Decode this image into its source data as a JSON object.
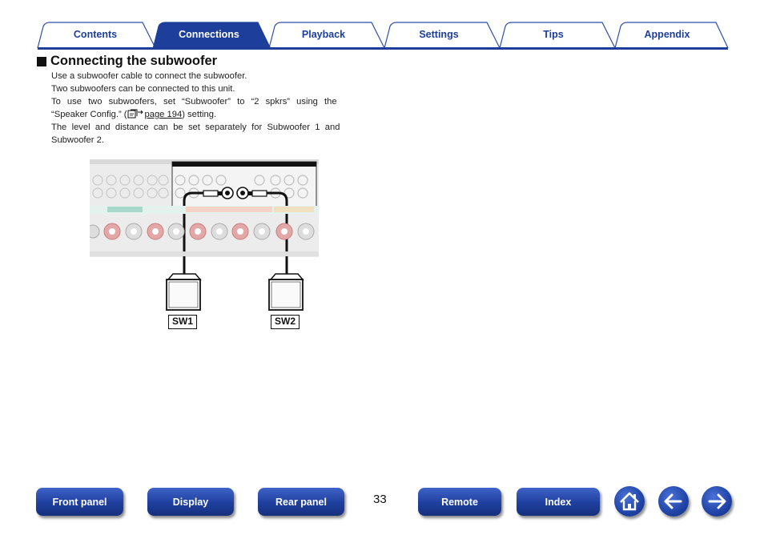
{
  "tabs": [
    {
      "label": "Contents",
      "active": false
    },
    {
      "label": "Connections",
      "active": true
    },
    {
      "label": "Playback",
      "active": false
    },
    {
      "label": "Settings",
      "active": false
    },
    {
      "label": "Tips",
      "active": false
    },
    {
      "label": "Appendix",
      "active": false
    }
  ],
  "section": {
    "title": "Connecting the subwoofer",
    "lines": [
      "Use a subwoofer cable to connect the subwoofer.",
      "Two subwoofers can be connected to this unit."
    ],
    "para3_before": "To use two subwoofers, set “Subwoofer” to “2 spkrs” using the",
    "para3_line2_before": "“Speaker Config.” (",
    "para3_link": "page 194",
    "para3_after": ") setting.",
    "para4_line1": "The level and distance can be set separately for Subwoofer 1 and",
    "para4_line2": "Subwoofer 2."
  },
  "diagram": {
    "sw1": "SW1",
    "sw2": "SW2"
  },
  "footer": {
    "page_number": "33",
    "buttons": [
      "Front panel",
      "Display",
      "Rear panel",
      "Remote",
      "Index"
    ]
  },
  "colors": {
    "tab_blue": "#1d3f9b",
    "tab_border": "#2c4ea8",
    "button_blue": "#1e3f9e"
  },
  "icons": [
    "square-bullet-icon",
    "page-reference-icon",
    "home-icon",
    "arrow-left-icon",
    "arrow-right-icon"
  ]
}
